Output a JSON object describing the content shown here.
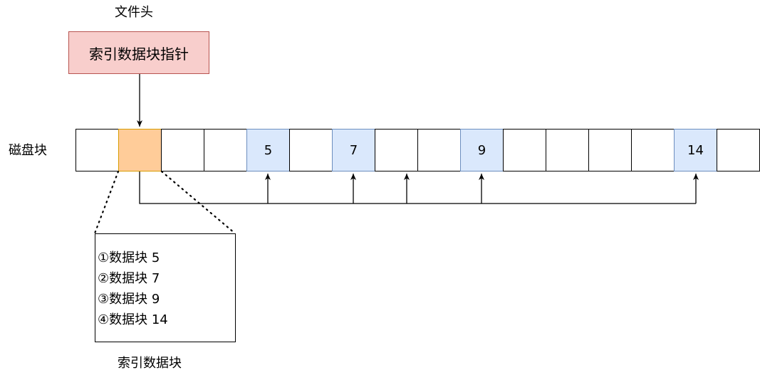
{
  "file_header": {
    "label": "文件头",
    "pointer_label": "索引数据块指针"
  },
  "disk": {
    "label": "磁盘块",
    "blocks": [
      {
        "text": "",
        "fill": "#ffffff",
        "stroke": "#000000"
      },
      {
        "text": "",
        "fill": "#ffcc99",
        "stroke": "#d79b00"
      },
      {
        "text": "",
        "fill": "#ffffff",
        "stroke": "#000000"
      },
      {
        "text": "",
        "fill": "#ffffff",
        "stroke": "#000000"
      },
      {
        "text": "5",
        "fill": "#dae8fc",
        "stroke": "#6c8ebf"
      },
      {
        "text": "",
        "fill": "#ffffff",
        "stroke": "#000000"
      },
      {
        "text": "7",
        "fill": "#dae8fc",
        "stroke": "#6c8ebf"
      },
      {
        "text": "",
        "fill": "#ffffff",
        "stroke": "#000000"
      },
      {
        "text": "",
        "fill": "#ffffff",
        "stroke": "#000000"
      },
      {
        "text": "9",
        "fill": "#dae8fc",
        "stroke": "#6c8ebf"
      },
      {
        "text": "",
        "fill": "#ffffff",
        "stroke": "#000000"
      },
      {
        "text": "",
        "fill": "#ffffff",
        "stroke": "#000000"
      },
      {
        "text": "",
        "fill": "#ffffff",
        "stroke": "#000000"
      },
      {
        "text": "",
        "fill": "#ffffff",
        "stroke": "#000000"
      },
      {
        "text": "14",
        "fill": "#dae8fc",
        "stroke": "#6c8ebf"
      },
      {
        "text": "",
        "fill": "#ffffff",
        "stroke": "#000000"
      }
    ]
  },
  "index_block": {
    "label": "索引数据块",
    "entries": [
      "①数据块 5",
      "②数据块 7",
      "③数据块 9",
      "④数据块 14"
    ]
  },
  "colors": {
    "pointer_fill": "#f8cecc",
    "pointer_stroke": "#b85450",
    "index_fill": "#ffcc99",
    "data_fill": "#dae8fc",
    "line": "#000000"
  }
}
